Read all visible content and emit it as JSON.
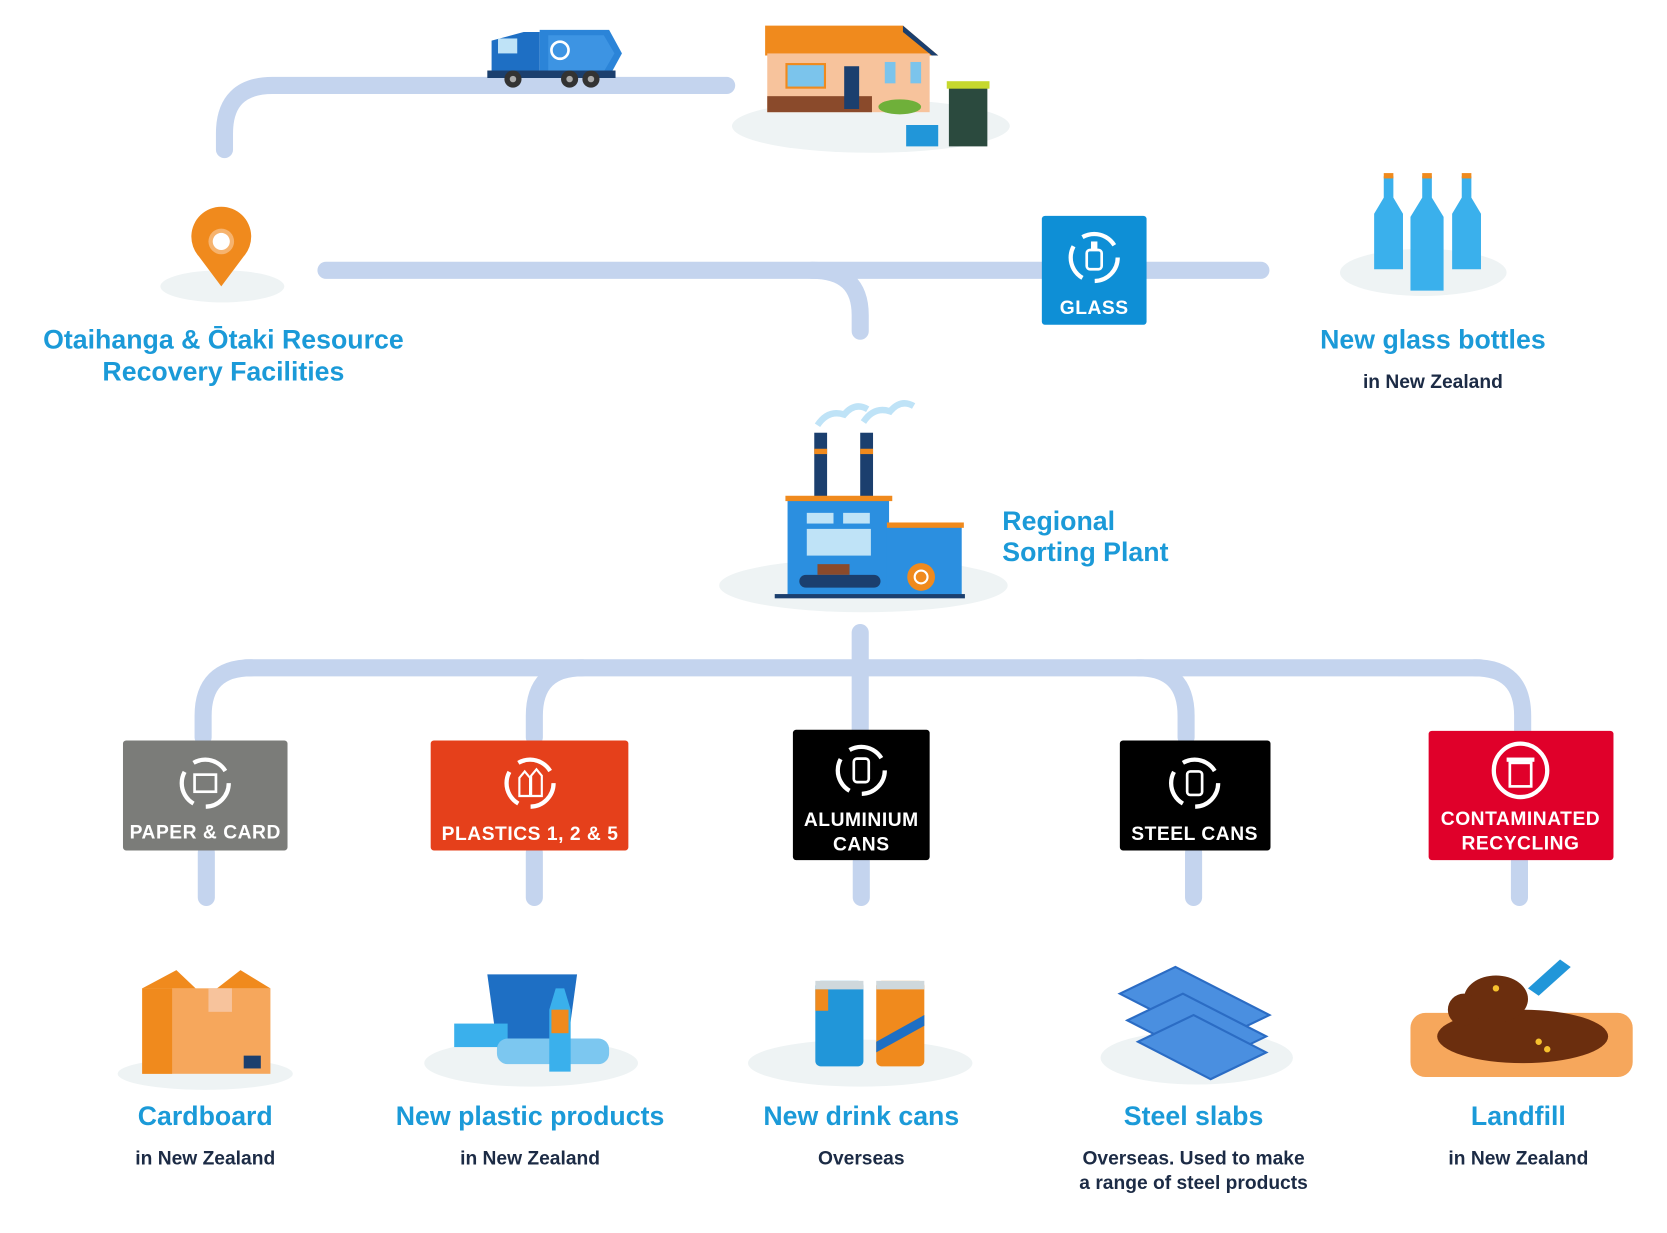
{
  "colors": {
    "title_blue": "#1b9ad8",
    "subtitle_navy": "#1c2b45",
    "arrow": "#c4d4ee",
    "glass": "#0e8fd6",
    "paper": "#7b7c79",
    "plastics": "#e5401b",
    "aluminium": "#000000",
    "steel": "#000000",
    "contaminated": "#e0002a"
  },
  "source": {
    "truck_icon": "recycling-truck-icon",
    "house_icon": "house-with-bins-icon"
  },
  "facility": {
    "icon": "map-pin-icon",
    "title_line1": "Otaihanga & Ōtaki Resource",
    "title_line2": "Recovery Facilities"
  },
  "glass": {
    "tile_label": "GLASS",
    "icon": "glass-bottle-recycle-icon",
    "output_title": "New glass bottles",
    "output_sub": "in New Zealand"
  },
  "plant": {
    "icon": "factory-icon",
    "title_line1": "Regional",
    "title_line2": "Sorting Plant"
  },
  "streams": [
    {
      "label_line1": "PAPER & CARD",
      "label_line2": "",
      "icon": "paper-recycle-icon",
      "output_title": "Cardboard",
      "output_sub_line1": "in New Zealand",
      "output_sub_line2": ""
    },
    {
      "label_line1": "PLASTICS 1, 2 & 5",
      "label_line2": "",
      "icon": "plastic-recycle-icon",
      "output_title": "New plastic products",
      "output_sub_line1": "in New Zealand",
      "output_sub_line2": ""
    },
    {
      "label_line1": "ALUMINIUM",
      "label_line2": "CANS",
      "icon": "aluminium-can-recycle-icon",
      "output_title": "New drink cans",
      "output_sub_line1": "Overseas",
      "output_sub_line2": ""
    },
    {
      "label_line1": "STEEL CANS",
      "label_line2": "",
      "icon": "steel-can-recycle-icon",
      "output_title": "Steel slabs",
      "output_sub_line1": "Overseas. Used to make",
      "output_sub_line2": "a range of steel products"
    },
    {
      "label_line1": "CONTAMINATED",
      "label_line2": "RECYCLING",
      "icon": "rubbish-bin-icon",
      "output_title": "Landfill",
      "output_sub_line1": "in New Zealand",
      "output_sub_line2": ""
    }
  ]
}
